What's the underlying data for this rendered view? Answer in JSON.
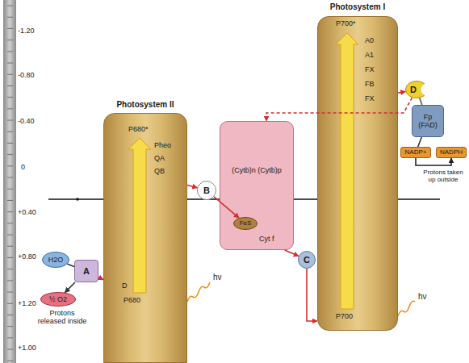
{
  "diagram": {
    "nodes": [
      {
        "text": [
          "Photosystem II",
          "P680*",
          "Pheo",
          "QA",
          "QB",
          "D",
          "P680"
        ]
      },
      {
        "text": [
          "A"
        ]
      },
      {
        "text": [
          "B"
        ]
      },
      {
        "text": [
          "(Cytb)n (Cytb)p",
          "Cyt f"
        ]
      },
      {
        "text": [
          "FeS"
        ],
        "in": 3
      },
      {
        "text": [
          "C"
        ]
      },
      {
        "text": [
          "Photosystem I",
          "P700*",
          "A0",
          "A1",
          "FX",
          "FB",
          "FX",
          "P700"
        ]
      },
      {
        "text": [
          "D"
        ]
      },
      {
        "text": [
          "Fp",
          "(FAD)"
        ]
      },
      {
        "text": [
          "NADP+"
        ]
      },
      {
        "text": [
          "NADPH"
        ]
      },
      {
        "text": [
          "H2O"
        ]
      },
      {
        "text": [
          "½ O2"
        ]
      }
    ],
    "edges": [
      {
        "from": 11,
        "to": 1,
        "arrow": "none"
      },
      {
        "from": 1,
        "to": 12,
        "arrow": "to"
      },
      {
        "from": 1,
        "to": 0,
        "arrow": "to"
      },
      {
        "from": 0,
        "to": 2,
        "arrow": "to"
      },
      {
        "from": 2,
        "to": 4,
        "arrow": "to"
      },
      {
        "from": 3,
        "to": 5,
        "arrow": "to"
      },
      {
        "from": 5,
        "to": 6,
        "arrow": "to"
      },
      {
        "from": 6,
        "to": 7,
        "arrow": "to"
      },
      {
        "from": 7,
        "to": 8,
        "arrow": "none"
      },
      {
        "from": 8,
        "to": 9,
        "arrow": "none"
      },
      {
        "from": 9,
        "to": 10,
        "arrow": "to"
      },
      {
        "from": 7,
        "to": 3,
        "arrow": "to"
      }
    ],
    "labels": [
      "-1.20",
      "-0.80",
      "-0.40",
      "0",
      "+0.40",
      "+0.80",
      "+1.20",
      "+1.00",
      "Protons released inside",
      "Protons taken up outside",
      "hν",
      "hν"
    ]
  }
}
